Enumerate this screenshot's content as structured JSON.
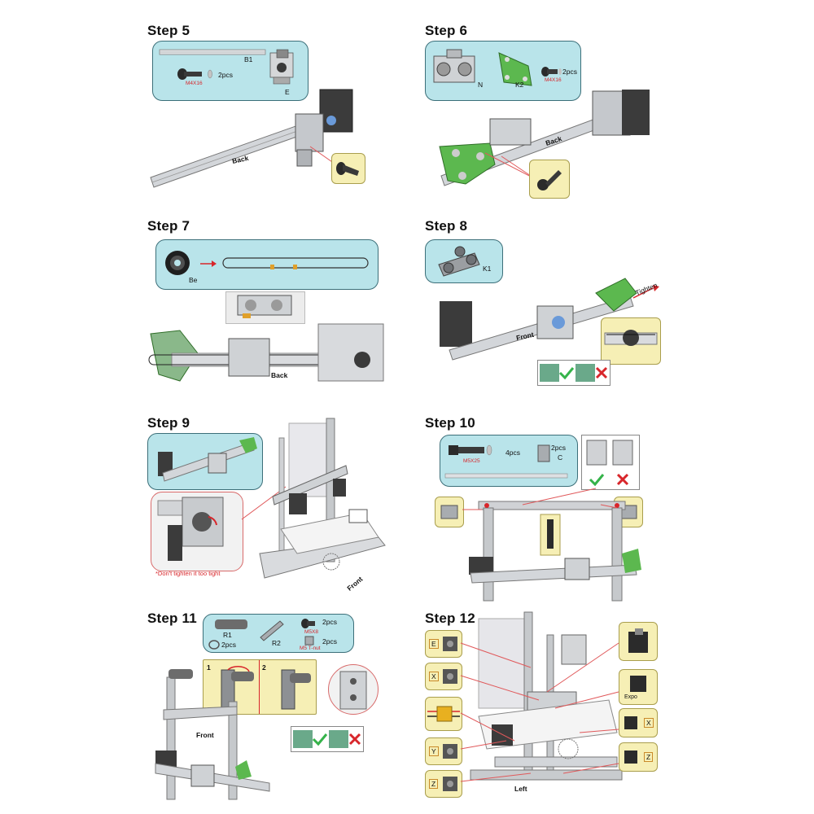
{
  "steps": [
    {
      "title": "Step 5",
      "labels": {
        "b1": "B1",
        "screw": "M4X16",
        "qty": "2pcs",
        "part": "E",
        "side": "Back"
      }
    },
    {
      "title": "Step 6",
      "labels": {
        "n": "N",
        "k2": "K2",
        "screw": "M4X16",
        "qty": "2pcs",
        "side": "Back"
      }
    },
    {
      "title": "Step 7",
      "labels": {
        "belt": "Be",
        "side": "Back"
      }
    },
    {
      "title": "Step 8",
      "labels": {
        "k1": "K1",
        "side": "Front",
        "tighten": "Tighten"
      }
    },
    {
      "title": "Step 9",
      "labels": {
        "note": "*Don't tighten it too tight",
        "side": "Front"
      }
    },
    {
      "title": "Step 10",
      "labels": {
        "screw": "M5X25",
        "qty1": "4pcs",
        "qty2": "2pcs",
        "part": "C"
      }
    },
    {
      "title": "Step 11",
      "labels": {
        "r1": "R1",
        "r2": "R2",
        "qty_r": "2pcs",
        "screw": "M5X8",
        "qty_s": "2pcs",
        "tnut": "M5 T-nut",
        "qty_t": "2pcs",
        "sub1": "1",
        "sub2": "2",
        "side": "Front"
      }
    },
    {
      "title": "Step 12",
      "labels": {
        "e": "E",
        "x": "X",
        "y": "Y",
        "z": "Z",
        "x2": "X",
        "z2": "Z",
        "expo": "Expo",
        "side": "Left"
      }
    }
  ],
  "colors": {
    "parts_box": "#b9e4ea",
    "callout": "#f6efb5",
    "green_part": "#5cb84f",
    "rail": "#c9ccd0",
    "motor": "#3a3a3a",
    "check": "#35b34a",
    "cross": "#d8262b",
    "leader": "#e0585a"
  }
}
